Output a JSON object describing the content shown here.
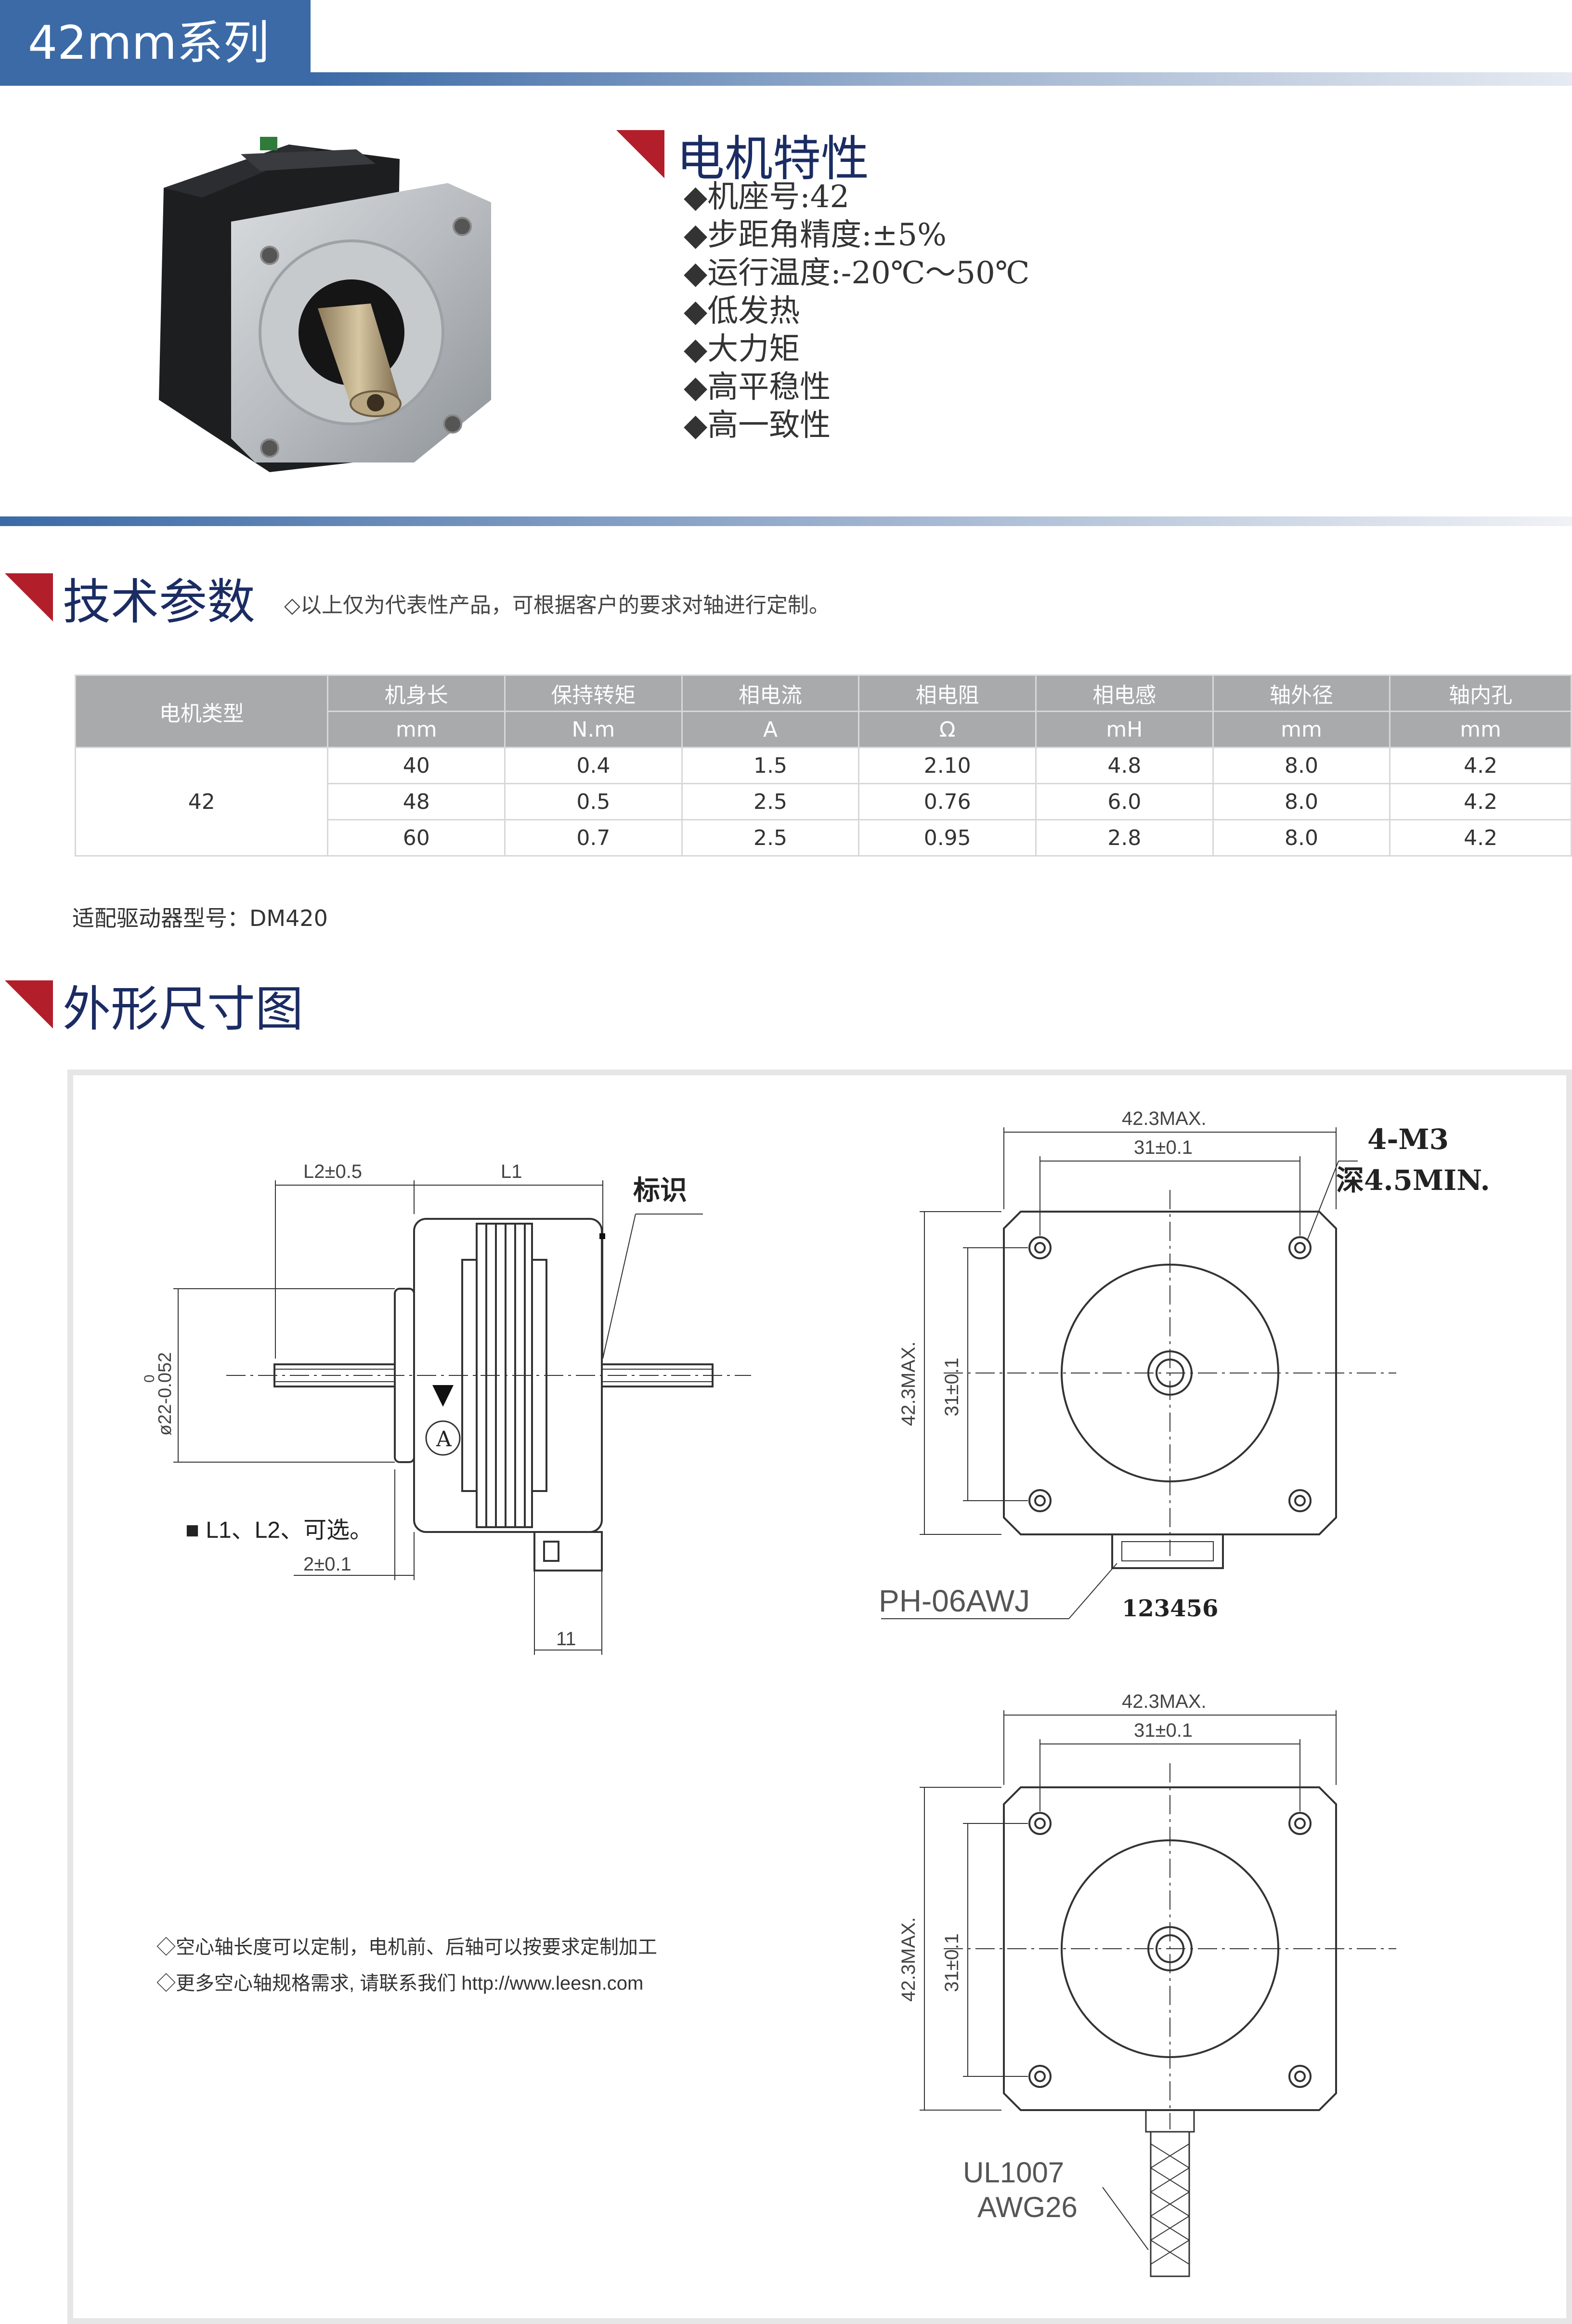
{
  "header": {
    "series_title": "42mm系列"
  },
  "features": {
    "section_title": "电机特性",
    "items": [
      "◆机座号:42",
      "◆步距角精度:±5%",
      "◆运行温度:-20℃～50℃",
      "◆低发热",
      "◆大力矩",
      "◆高平稳性",
      "◆高一致性"
    ]
  },
  "specs": {
    "section_title": "技术参数",
    "note": "◇以上仅为代表性产品，可根据客户的要求对轴进行定制。",
    "type_header": "电机类型",
    "columns": [
      {
        "name": "机身长",
        "unit": "mm"
      },
      {
        "name": "保持转矩",
        "unit": "N.m"
      },
      {
        "name": "相电流",
        "unit": "A"
      },
      {
        "name": "相电阻",
        "unit": "Ω"
      },
      {
        "name": "相电感",
        "unit": "mH"
      },
      {
        "name": "轴外径",
        "unit": "mm"
      },
      {
        "name": "轴内孔",
        "unit": "mm"
      }
    ],
    "motor_type": "42",
    "rows": [
      [
        "40",
        "0.4",
        "1.5",
        "2.10",
        "4.8",
        "8.0",
        "4.2"
      ],
      [
        "48",
        "0.5",
        "2.5",
        "0.76",
        "6.0",
        "8.0",
        "4.2"
      ],
      [
        "60",
        "0.7",
        "2.5",
        "0.95",
        "2.8",
        "8.0",
        "4.2"
      ]
    ],
    "driver": "适配驱动器型号：DM420"
  },
  "dimensions": {
    "section_title": "外形尺寸图",
    "side": {
      "l2": "L2±0.5",
      "l1": "L1",
      "mark_label": "标识",
      "diameter": "ø22-0.052",
      "diameter_upper": "0",
      "datum": "A",
      "note": "■ L1、L2、可选。",
      "shoulder": "2±0.1",
      "connector": "11"
    },
    "front_top": {
      "max_w": "42.3MAX.",
      "pitch_w": "31±0.1",
      "max_h": "42.3MAX.",
      "pitch_h": "31±0.1",
      "screw": "4-M3",
      "depth": "深4.5MIN.",
      "connector_model": "PH-06AWJ",
      "pins": "123456"
    },
    "front_bottom": {
      "max_w": "42.3MAX.",
      "pitch_w": "31±0.1",
      "max_h": "42.3MAX.",
      "pitch_h": "31±0.1",
      "wire1": "UL1007",
      "wire2": "AWG26"
    },
    "notes": [
      "◇空心轴长度可以定制，电机前、后轴可以按要求定制加工",
      "◇更多空心轴规格需求, 请联系我们  http://www.leesn.com"
    ]
  },
  "colors": {
    "accent_blue": "#3b6aa7",
    "accent_red": "#b21f2a",
    "title_navy": "#1b2c63",
    "table_header": "#a9aaac"
  }
}
